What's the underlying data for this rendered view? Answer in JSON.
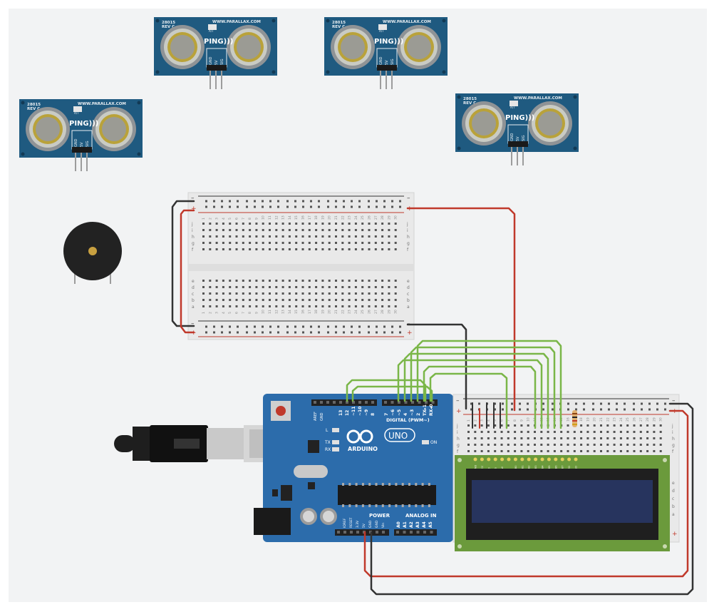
{
  "ping_sensor": {
    "part": "28015",
    "rev": "REV C",
    "url": "WWW.PARALLAX.COM",
    "brand": "PING)))",
    "chip": "A/T",
    "pins": [
      "GND",
      "5V",
      "SIG"
    ]
  },
  "arduino": {
    "digital_header": "DIGITAL (PWM~)",
    "digital_pins": [
      "13",
      "12",
      "~11",
      "~10",
      "~9",
      "8",
      "7",
      "~6",
      "~5",
      "4",
      "~3",
      "2",
      "TX▸1",
      "RX◂0"
    ],
    "top_left_pins": [
      "AREF",
      "GND"
    ],
    "brand": "ARDUINO",
    "model": "UNO",
    "led_l": "L",
    "led_tx": "TX",
    "led_rx": "RX",
    "led_on": "ON",
    "power_header": "POWER",
    "power_pins": [
      "IOREF",
      "RESET",
      "3.3V",
      "5V",
      "GND",
      "GND",
      "Vin"
    ],
    "analog_header": "ANALOG IN",
    "analog_pins": [
      "A0",
      "A1",
      "A2",
      "A3",
      "A4",
      "A5"
    ]
  },
  "breadboard": {
    "rail_minus": "–",
    "rail_plus": "+",
    "rows_top": [
      "j",
      "i",
      "h",
      "g",
      "f"
    ],
    "rows_bottom": [
      "e",
      "d",
      "c",
      "b",
      "a"
    ],
    "columns": [
      "1",
      "2",
      "3",
      "4",
      "5",
      "6",
      "7",
      "8",
      "9",
      "10",
      "11",
      "12",
      "13",
      "14",
      "15",
      "16",
      "17",
      "18",
      "19",
      "20",
      "21",
      "22",
      "23",
      "24",
      "25",
      "26",
      "27",
      "28",
      "29",
      "30"
    ]
  },
  "lcd": {
    "pin_labels": [
      "GND",
      "VCC",
      "V0",
      "RS",
      "RW",
      "E",
      "DB0",
      "DB1",
      "DB2",
      "DB3",
      "DB4",
      "DB5",
      "DB6",
      "DB7",
      "LED",
      "LED"
    ]
  },
  "colors": {
    "canvas": "#f2f3f4",
    "pcb_blue": "#1f5a80",
    "arduino_blue": "#2c6cab",
    "wire_red": "#c0392b",
    "wire_black": "#333333",
    "wire_green": "#7ab648",
    "lcd_green": "#6b9a3c",
    "lcd_screen": "#27345e"
  }
}
